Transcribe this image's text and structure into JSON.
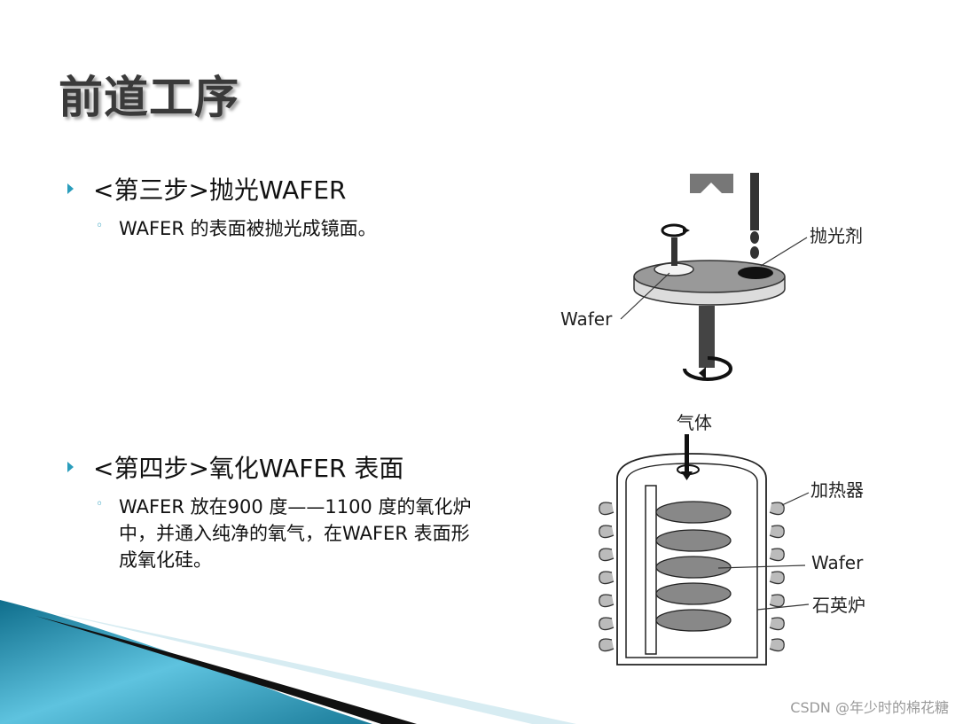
{
  "slide": {
    "title": "前道工序"
  },
  "steps": [
    {
      "heading": "<第三步>抛光WAFER",
      "detail": "WAFER 的表面被抛光成镜面。"
    },
    {
      "heading": "<第四步>氧化WAFER 表面",
      "detail": "WAFER 放在900 度——1100 度的氧化炉中，并通入纯净的氧气，在WAFER 表面形成氧化硅。"
    }
  ],
  "figure_polish": {
    "label_agent": "抛光剂",
    "label_wafer": "Wafer"
  },
  "figure_furnace": {
    "label_gas": "气体",
    "label_heater": "加热器",
    "label_wafer": "Wafer",
    "label_tube": "石英炉"
  },
  "watermark": "CSDN @年少时的棉花糖",
  "colors": {
    "accent": "#2a9dbc",
    "wave_dark": "#0f6e8c",
    "wave_light": "#5ec3df"
  }
}
